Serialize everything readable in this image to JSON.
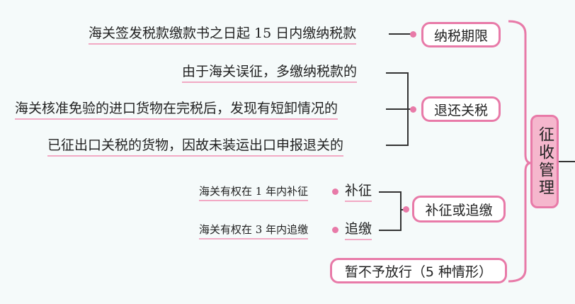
{
  "root": {
    "label": "征收管理"
  },
  "branches": {
    "deadline": {
      "label": "纳税期限",
      "items": [
        "海关签发税款缴款书之日起 15 日内缴纳税款"
      ]
    },
    "refund": {
      "label": "退还关税",
      "items": [
        "由于海关误征，多缴纳税款的",
        "海关核准免验的进口货物在完税后，发现有短卸情况的",
        "已征出口关税的货物，因故未装运出口申报退关的"
      ]
    },
    "recovery": {
      "label": "补征或追缴",
      "items": [
        {
          "label": "补征",
          "note": "海关有权在 1 年内补征"
        },
        {
          "label": "追缴",
          "note": "海关有权在 3 年内追缴"
        }
      ]
    },
    "suspend": {
      "label": "暂不予放行（5 种情形）"
    }
  },
  "colors": {
    "accent": "#e87aa8",
    "root_fill": "#f5b7cd",
    "underline": "#f2a9c4"
  }
}
